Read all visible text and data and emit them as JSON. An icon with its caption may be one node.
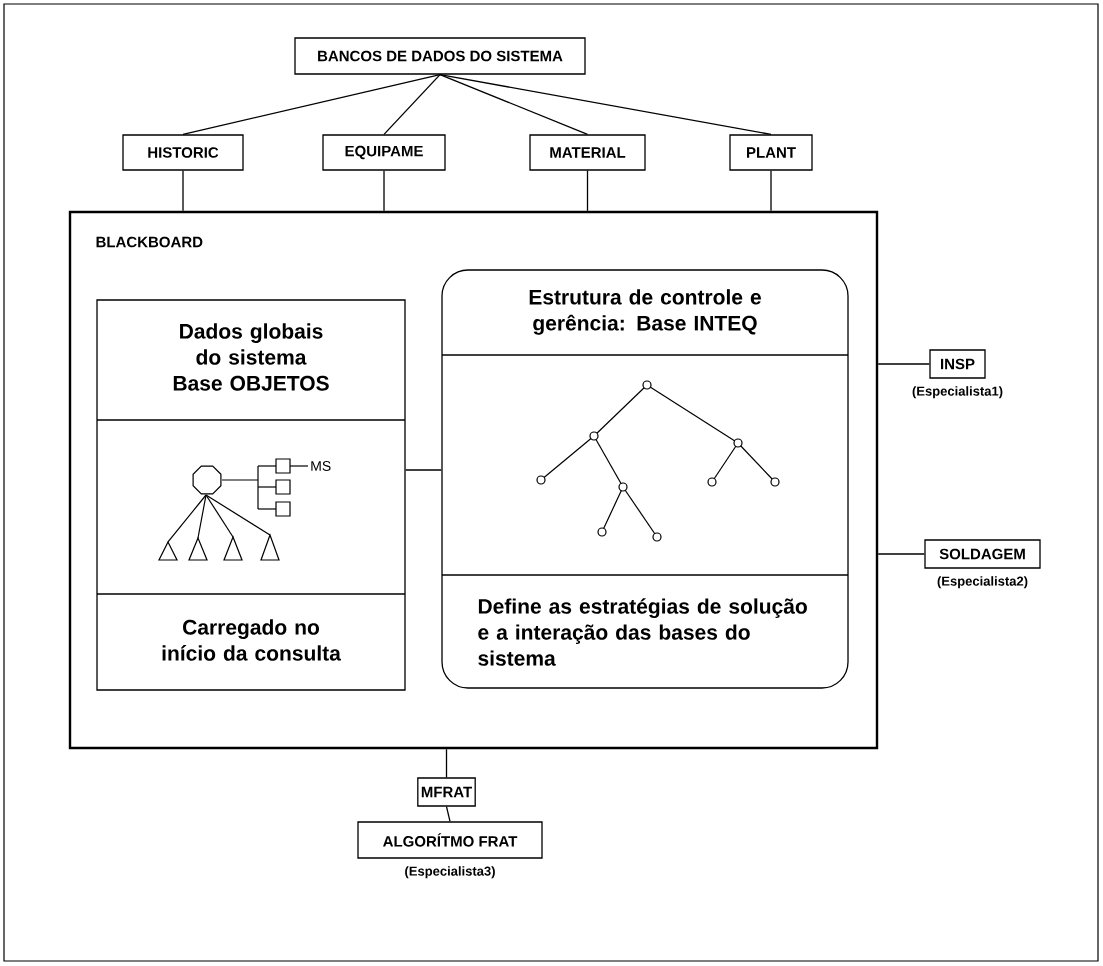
{
  "diagram": {
    "nodes": [
      {
        "text": [
          "BANCOS DE DADOS DO SISTEMA"
        ]
      },
      {
        "text": [
          "HISTORIC"
        ]
      },
      {
        "text": [
          "EQUIPAME"
        ]
      },
      {
        "text": [
          "MATERIAL"
        ]
      },
      {
        "text": [
          "PLANT"
        ]
      },
      {
        "text": [
          "BLACKBOARD"
        ]
      },
      {
        "text": [
          "Dados globais do sistema Base OBJETOS",
          "Carregado no início da consulta"
        ],
        "in": 5
      },
      {
        "text": [
          "Estrutura de controle e gerência: Base INTEQ",
          "Define as estratégias de solução e a interação das bases do sistema"
        ],
        "in": 5
      },
      {
        "text": [
          "INSP"
        ],
        "beside": [
          "(Especialista1)"
        ]
      },
      {
        "text": [
          "SOLDAGEM"
        ],
        "beside": [
          "(Especialista2)"
        ]
      },
      {
        "text": [
          "MFRAT"
        ]
      },
      {
        "text": [
          "ALGORÍTMO FRAT"
        ],
        "beside": [
          "(Especialista3)"
        ]
      }
    ],
    "edges": [
      {
        "from": 0,
        "to": 1,
        "arrow": "none"
      },
      {
        "from": 0,
        "to": 2,
        "arrow": "none"
      },
      {
        "from": 0,
        "to": 3,
        "arrow": "none"
      },
      {
        "from": 0,
        "to": 4,
        "arrow": "none"
      },
      {
        "from": 1,
        "to": 5,
        "arrow": "none"
      },
      {
        "from": 2,
        "to": 5,
        "arrow": "none"
      },
      {
        "from": 3,
        "to": 5,
        "arrow": "none"
      },
      {
        "from": 4,
        "to": 5,
        "arrow": "none"
      },
      {
        "from": 6,
        "to": 7,
        "arrow": "none"
      },
      {
        "from": 5,
        "to": 8,
        "arrow": "none"
      },
      {
        "from": 5,
        "to": 9,
        "arrow": "none"
      },
      {
        "from": 5,
        "to": 10,
        "arrow": "none"
      },
      {
        "from": 10,
        "to": 11,
        "arrow": "none"
      }
    ],
    "labels": [
      "MS"
    ]
  }
}
